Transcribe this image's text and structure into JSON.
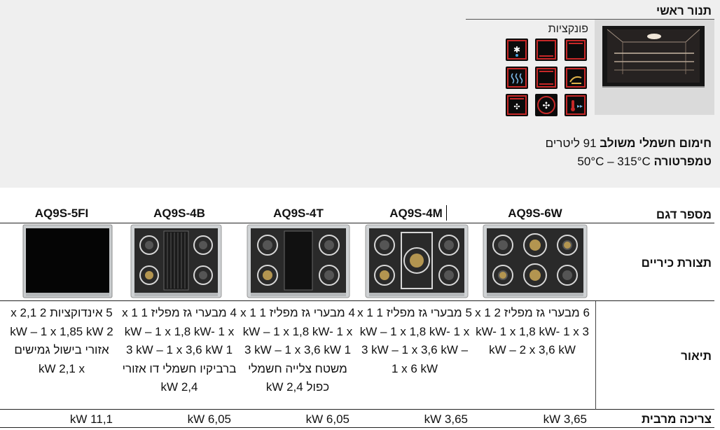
{
  "oven": {
    "title": "תנור ראשי",
    "functions_label": "פונקציות",
    "function_icons": [
      "defrost-icon",
      "bottom-heat-icon",
      "top-heat-icon",
      "grill-icon",
      "full-heat-icon",
      "pastry-icon",
      "fan-grill-icon",
      "fan-icon",
      "probe-icon"
    ],
    "spec_heating_label": "חימום חשמלי משולב",
    "spec_heating_value": "91 ליטרים",
    "spec_temp_label": "טמפרטורה",
    "spec_temp_value": "50°C – 315°C"
  },
  "table": {
    "labels": {
      "model": "מספר דגם",
      "config": "תצורת כיריים",
      "description": "תיאור",
      "power": "צריכה מרבית"
    },
    "products": [
      {
        "model": "AQ9S-6W",
        "hob": "6-burners",
        "description": "6 מבערי גז מפליז 2 x 1 kW- 1 x 1,8 kW- 1 x 3 kW – 2 x 3,6 kW",
        "power": "kW 3,65"
      },
      {
        "model": "AQ9S-4M",
        "hob": "4-burners-wok",
        "description": "5 מבערי גז מפליז 1 x 1 kW – 1 x 1,8 kW- 1 x 3 kW – 1 x 3,6 kW – 1 x 6 kW",
        "power": "kW 3,65"
      },
      {
        "model": "AQ9S-4T",
        "hob": "4-burners-teppan",
        "description": "4 מבערי גז מפליז 1 x 1 kW – 1 x 1,8 kW- 1 x 3 kW – 1 x 3,6 kW 1 משטח צלייה חשמלי כפול kW 2,4",
        "power": "kW 6,05"
      },
      {
        "model": "AQ9S-4B",
        "hob": "4-burners-grill",
        "description": "4 מבערי גז מפליז 1 x 1 kW – 1 x 1,8 kW- 1 x 3 kW – 1 x 3,6 kW 1 ברביקיו חשמלי דו אזורי kW 2,4",
        "power": "kW 6,05"
      },
      {
        "model": "AQ9S-5FI",
        "hob": "induction",
        "description": "5 אינדוקציות 2 x 2,1 kW – 1 x 1,85 kW 2 אזורי בישול גמישים kW 2,1 x",
        "power": "kW 11,1"
      }
    ]
  }
}
